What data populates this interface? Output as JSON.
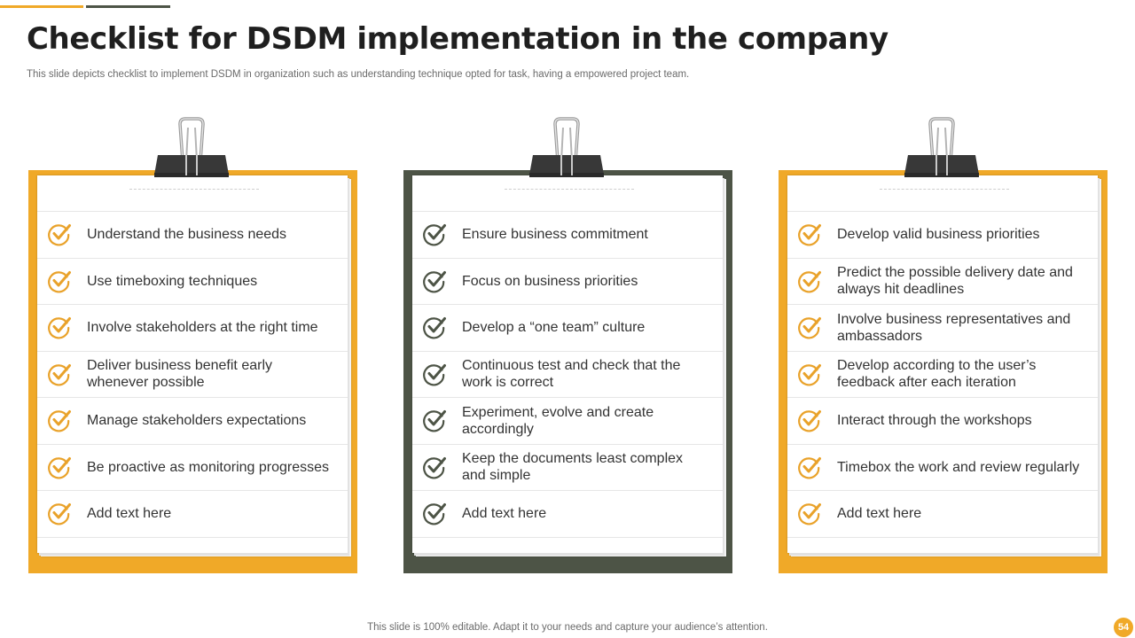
{
  "slide": {
    "title": "Checklist for DSDM implementation in the company",
    "subtitle": "This slide depicts checklist to implement DSDM in organization such as understanding technique opted for task, having a empowered project team.",
    "footer": "This slide is 100% editable. Adapt it to your needs and capture your audience’s attention.",
    "page_number": "54"
  },
  "colors": {
    "orange": "#f0a928",
    "dark_green": "#4d5446",
    "check_orange": "#e9a22a",
    "check_green": "#4d5446"
  },
  "boards": [
    {
      "color": "#f0a928",
      "check_color": "#e9a22a",
      "items": [
        "Understand the business needs",
        "Use timeboxing techniques",
        "Involve  stakeholders at the right time",
        "Deliver business benefit early whenever possible",
        "Manage stakeholders expectations",
        "Be proactive as monitoring progresses",
        "Add text here"
      ]
    },
    {
      "color": "#4d5446",
      "check_color": "#4d5446",
      "items": [
        "Ensure business commitment",
        "Focus on business priorities",
        "Develop a “one team” culture",
        "Continuous test and check that  the work is correct",
        "Experiment, evolve and create accordingly",
        "Keep the documents  least complex and simple",
        "Add text here"
      ]
    },
    {
      "color": "#f0a928",
      "check_color": "#e9a22a",
      "items": [
        "Develop valid business priorities",
        "Predict the possible delivery date and always hit deadlines",
        "Involve  business representatives and ambassadors",
        "Develop according to the user’s feedback after each iteration",
        "Interact through the workshops",
        "Timebox the work and review regularly",
        "Add text here"
      ]
    }
  ]
}
